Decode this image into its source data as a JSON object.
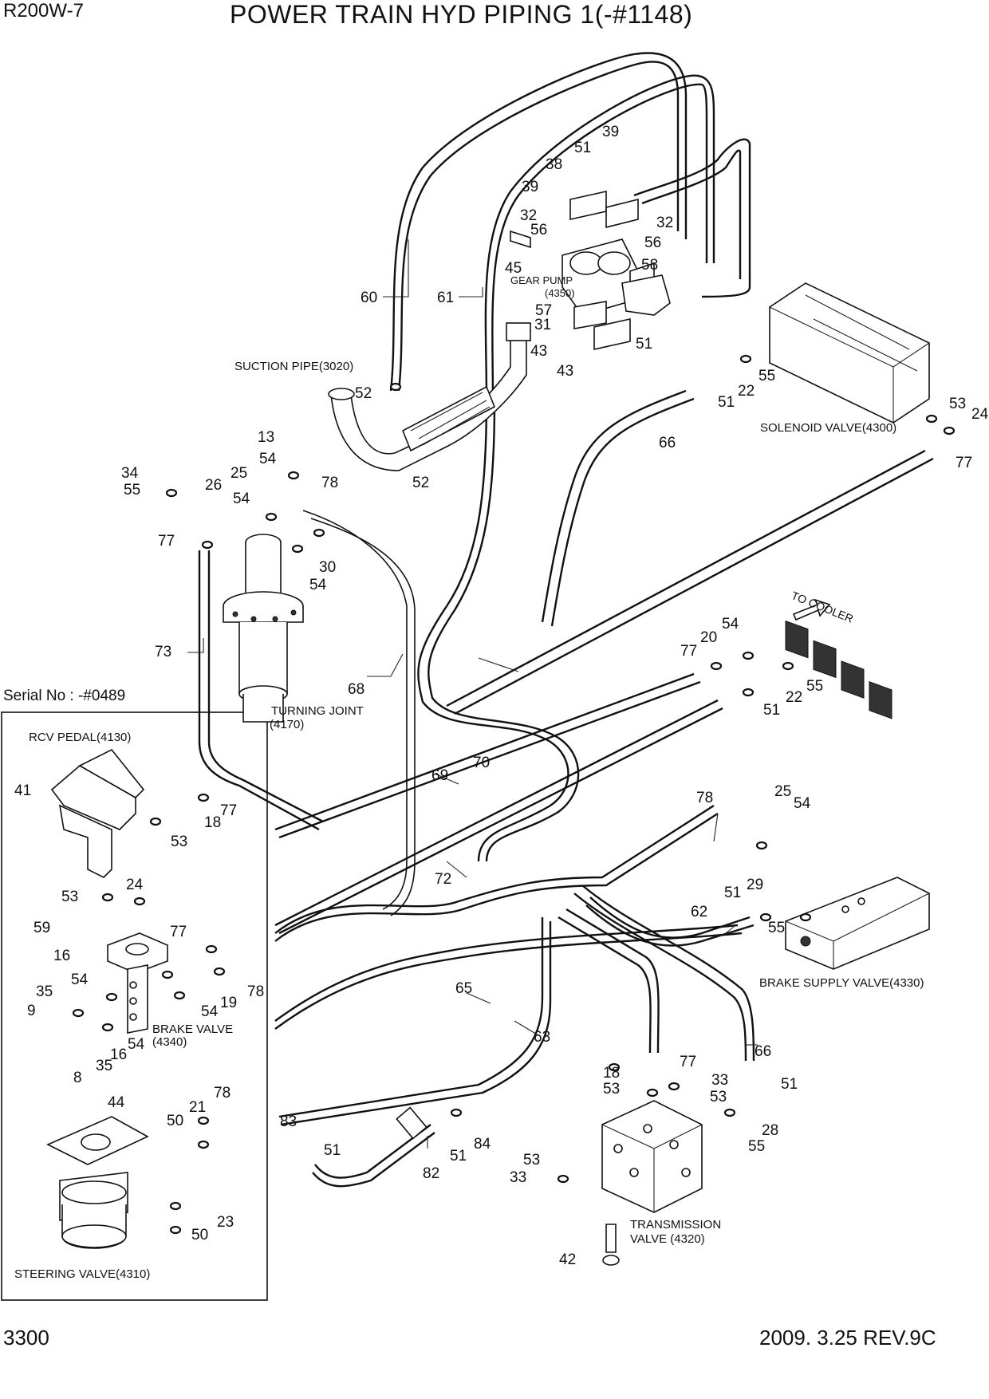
{
  "header": {
    "model": "R200W-7",
    "title": "POWER TRAIN HYD PIPING 1(-#1148)"
  },
  "footer": {
    "page_number": "3300",
    "revision": "2009. 3.25  REV.9C"
  },
  "serial_note": "Serial No : -#0489",
  "component_labels": {
    "suction_pipe": "SUCTION PIPE(3020)",
    "gear_pump": "GEAR PUMP",
    "gear_pump_code": "(4350)",
    "solenoid_valve": "SOLENOID VALVE(4300)",
    "turning_joint": "TURNING JOINT",
    "turning_joint_code": "(4170)",
    "to_cooler": "TO COOLER",
    "rcv_pedal": "RCV PEDAL(4130)",
    "brake_valve": "BRAKE VALVE",
    "brake_valve_code": "(4340)",
    "brake_supply_valve": "BRAKE SUPPLY VALVE(4330)",
    "steering_valve": "STEERING VALVE(4310)",
    "transmission_valve": "TRANSMISSION",
    "transmission_valve_2": "VALVE (4320)"
  },
  "callouts": [
    "39",
    "51",
    "38",
    "39",
    "32",
    "32",
    "56",
    "56",
    "45",
    "58",
    "57",
    "31",
    "51",
    "43",
    "43",
    "60",
    "61",
    "52",
    "52",
    "55",
    "22",
    "51",
    "53",
    "24",
    "77",
    "66",
    "13",
    "54",
    "34",
    "55",
    "26",
    "25",
    "54",
    "78",
    "77",
    "30",
    "54",
    "73",
    "68",
    "54",
    "20",
    "77",
    "55",
    "22",
    "51",
    "70",
    "69",
    "41",
    "77",
    "18",
    "53",
    "78",
    "25",
    "54",
    "53",
    "24",
    "77",
    "72",
    "51",
    "29",
    "55",
    "62",
    "59",
    "16",
    "54",
    "35",
    "9",
    "54",
    "19",
    "78",
    "54",
    "16",
    "35",
    "8",
    "65",
    "63",
    "66",
    "18",
    "77",
    "53",
    "33",
    "53",
    "51",
    "44",
    "21",
    "78",
    "50",
    "83",
    "51",
    "28",
    "55",
    "82",
    "51",
    "84",
    "53",
    "33",
    "23",
    "50",
    "42"
  ],
  "icons": {
    "flow_arrow": "arrow-right-icon"
  }
}
